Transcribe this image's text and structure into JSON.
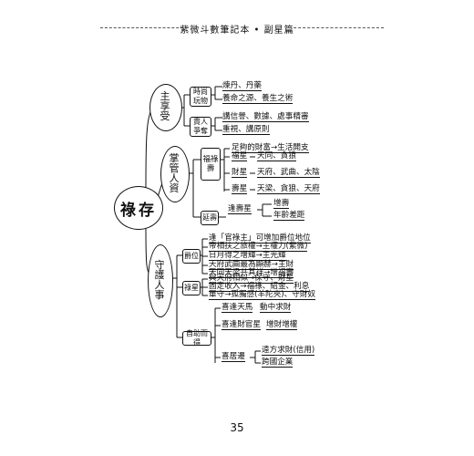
{
  "header": {
    "title": "紫微斗數筆記本 • 副星篇"
  },
  "page_number": "35",
  "root": {
    "label": "祿存"
  },
  "branches": {
    "b1": {
      "label": "主享受",
      "sub1": {
        "label": "時尚玩物",
        "items": [
          "煉丹、丹藥",
          "養命之源、養生之術"
        ]
      },
      "sub2": {
        "label": "貴人爭奪",
        "items": [
          "講信譽、數據、處事精審",
          "重視、講原則"
        ]
      }
    },
    "b2": {
      "label": "掌管人資",
      "sub1": {
        "label": "福祿壽",
        "row1": "足夠的財富→生活開支",
        "row2a": "福星",
        "row2b": "天同、貪狼",
        "row3a": "財星",
        "row3b": "天府、武曲、太陰",
        "row4a": "壽星",
        "row4b": "天梁、貪狼、天府"
      },
      "sub2": {
        "label": "延壽",
        "a": "逢壽星",
        "b1": "增壽",
        "b2": "年齡差距"
      }
    },
    "b3": {
      "label": "守護人事",
      "sub1": {
        "label": "爵位",
        "items": [
          "逢「官祿主」可增加爵位地位",
          "帝相扶之旅權→主權力(紫微)",
          "日月得之增輝→主光輝",
          "天府武曲最為顯赫→主財",
          "天同天梁共其祥→增福壽"
        ]
      },
      "sub2": {
        "label": "祿星",
        "items": [
          "與天府相似→保守、財星",
          "固定收入→福祿、紹金、利息",
          "單守→孤獨感(羊陀夾)、守財奴"
        ]
      },
      "sub3": {
        "label": "自助而得",
        "r1a": "喜逢天馬",
        "r1b": "動中求財",
        "r2a": "喜逢財官星",
        "r2b": "增財增權",
        "r3a": "喜居遷",
        "r3b1": "遠方求財(信用)",
        "r3b2": "跨國企業"
      }
    }
  }
}
